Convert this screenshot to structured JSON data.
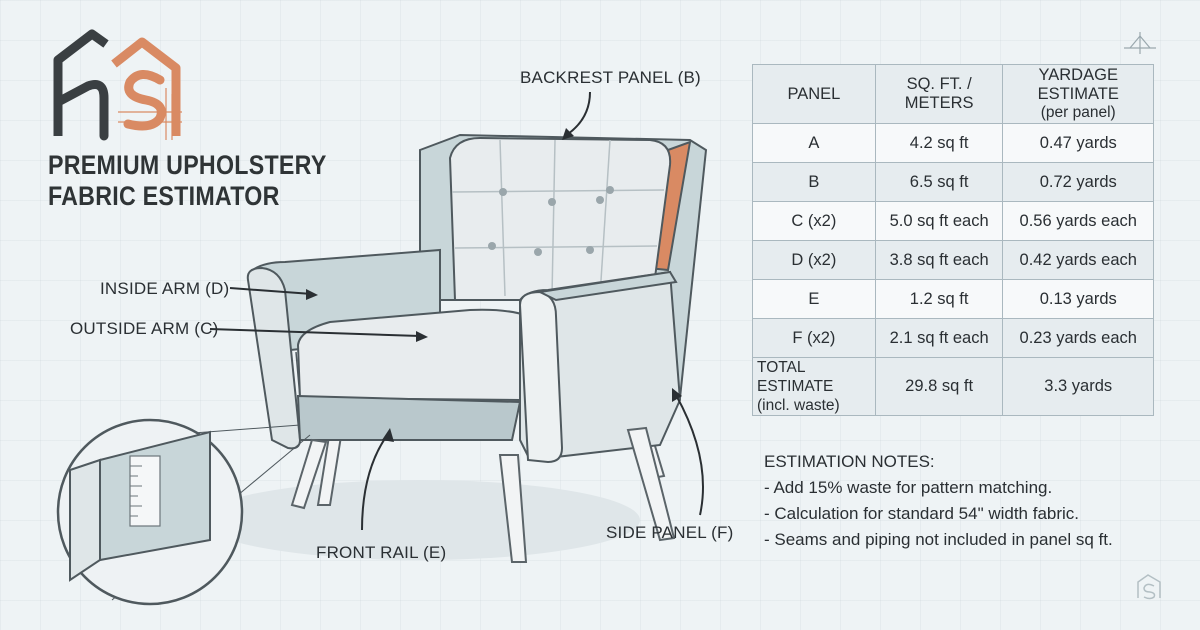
{
  "title": {
    "line1": "PREMIUM UPHOLSTERY",
    "line2": "FABRIC ESTIMATOR"
  },
  "callouts": {
    "backrest": "BACKREST PANEL (B)",
    "inside_arm": "INSIDE ARM (D)",
    "outside_arm": "OUTSIDE ARM (C)",
    "front_rail": "FRONT RAIL (E)",
    "side_panel": "SIDE PANEL (F)"
  },
  "table": {
    "headers": [
      "PANEL",
      "SQ. FT. / METERS",
      "YARDAGE ESTIMATE",
      "(per panel)"
    ],
    "rows": [
      {
        "panel": "A",
        "area": "4.2 sq ft",
        "yardage": "0.47 yards"
      },
      {
        "panel": "B",
        "area": "6.5 sq ft",
        "yardage": "0.72 yards"
      },
      {
        "panel": "C (x2)",
        "area": "5.0 sq ft each",
        "yardage": "0.56 yards each"
      },
      {
        "panel": "D (x2)",
        "area": "3.8 sq ft each",
        "yardage": "0.42 yards each"
      },
      {
        "panel": "E",
        "area": "1.2 sq ft",
        "yardage": "0.13 yards"
      },
      {
        "panel": "F (x2)",
        "area": "2.1 sq ft each",
        "yardage": "0.23 yards each"
      }
    ],
    "total": {
      "label1": "TOTAL ESTIMATE",
      "label2": "(incl. waste)",
      "area": "29.8 sq ft",
      "yardage": "3.3 yards"
    }
  },
  "notes": {
    "heading": "ESTIMATION NOTES:",
    "items": [
      "- Add 15% waste for pattern matching.",
      "- Calculation for standard 54\" width fabric.",
      "- Seams and piping not included in panel sq ft."
    ]
  },
  "colors": {
    "accent": "#d98a63",
    "dark": "#3a3f42",
    "fabric": "#e5e9eb",
    "frame": "#c8d6d9"
  }
}
